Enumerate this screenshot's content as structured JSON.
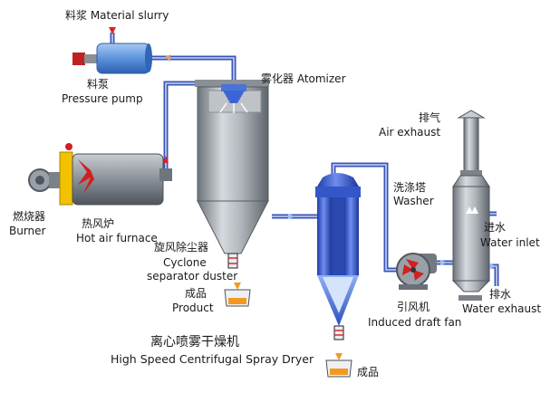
{
  "labels": {
    "material_slurry": "料浆 Material slurry",
    "pump_zh": "料泵",
    "pump_en": "Pressure  pump",
    "atomizer": "雾化器 Atomizer",
    "exhaust_zh": "排气",
    "exhaust_en": "Air exhaust",
    "washer_zh": "洗涤塔",
    "washer_en": "Washer",
    "water_inlet_zh": "进水",
    "water_inlet_en": "Water inlet",
    "burner_zh": "燃烧器",
    "burner_en": "Burner",
    "furnace_zh": "热风炉",
    "furnace_en": "Hot air furnace",
    "cyclone_zh": "旋风除尘器",
    "cyclone_en_1": "Cyclone",
    "cyclone_en_2": "separator duster",
    "product_zh": "成品",
    "product_en": "Product",
    "fan_zh": "引风机",
    "fan_en": "Induced draft fan",
    "water_exhaust_zh": "排水",
    "water_exhaust_en": "Water exhaust",
    "product2_zh": "成品"
  },
  "title": {
    "zh": "离心喷雾干燥机",
    "en": "High Speed Centrifugal Spray Dryer"
  },
  "colors": {
    "pipe": "#3a55b8",
    "equipment_blue": "#3b5fd0",
    "steel": "#9aa0a8",
    "furnace_yellow": "#f2c200",
    "flow_red": "#e02020",
    "product_orange": "#f39a1e"
  }
}
